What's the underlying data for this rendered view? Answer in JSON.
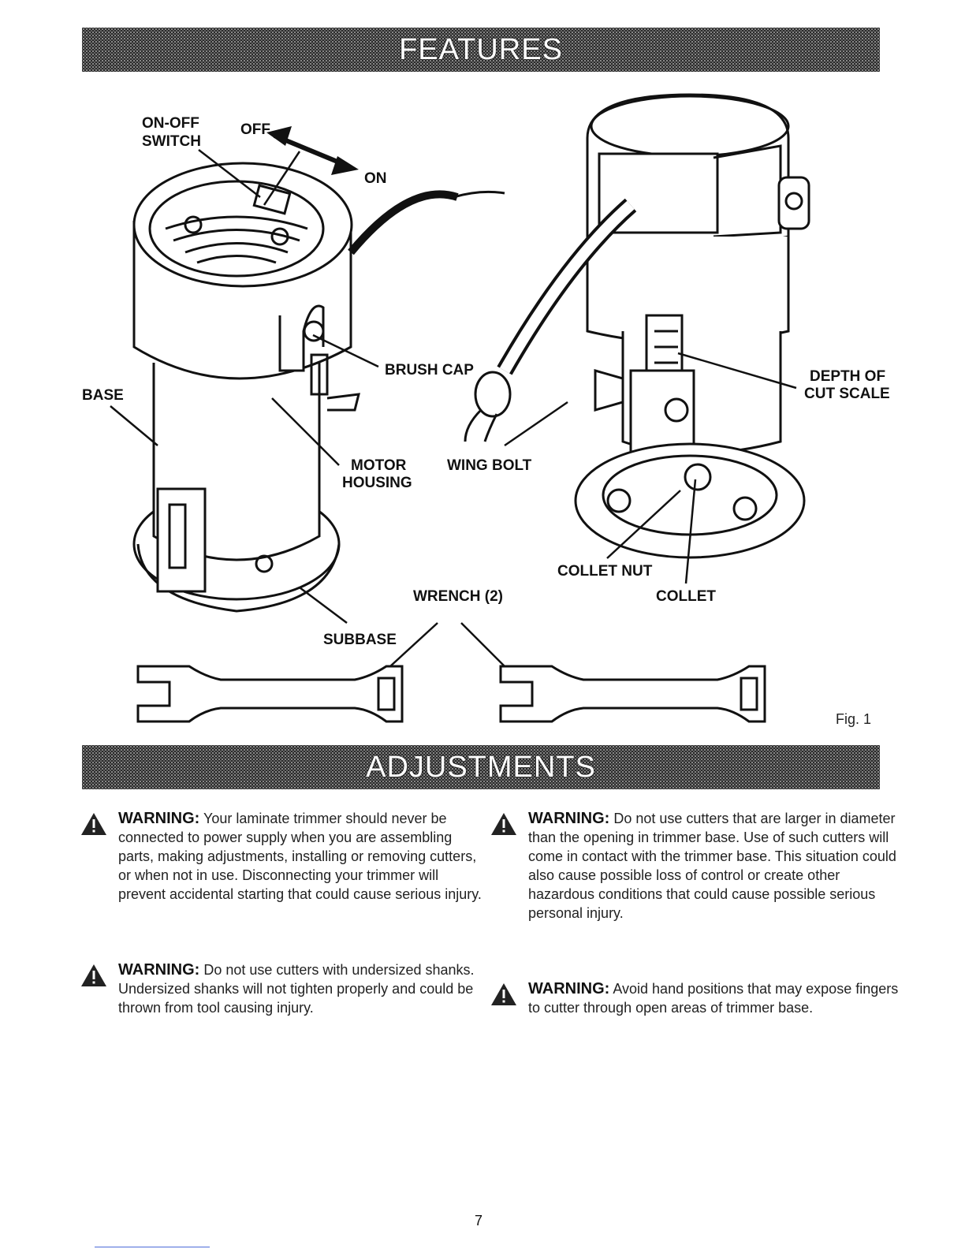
{
  "features": {
    "title": "FEATURES"
  },
  "adjustments": {
    "title": "ADJUSTMENTS"
  },
  "figure": {
    "labels": {
      "on_off_switch_1": "ON-OFF",
      "on_off_switch_2": "SWITCH",
      "off": "OFF",
      "on": "ON",
      "brush_cap": "BRUSH CAP",
      "base": "BASE",
      "motor_housing_1": "MOTOR",
      "motor_housing_2": "HOUSING",
      "wing_bolt": "WING BOLT",
      "depth_of_cut_1": "DEPTH OF",
      "depth_of_cut_2": "CUT SCALE",
      "collet_nut": "COLLET NUT",
      "collet": "COLLET",
      "wrench": "WRENCH (2)",
      "subbase": "SUBBASE"
    },
    "caption": "Fig. 1"
  },
  "warnings": [
    {
      "title": "WARNING:",
      "text": "Your laminate trimmer should never be connected to power supply when you are assembling parts, making adjustments, installing or removing cutters, or when not in use. Disconnecting your trimmer will prevent accidental starting that could cause serious injury."
    },
    {
      "title": "WARNING:",
      "text": "Do not use cutters with undersized shanks. Undersized shanks will not tighten properly and could be thrown from tool causing injury."
    },
    {
      "title": "WARNING:",
      "text": "Do not use cutters that are larger in diameter than the opening in trimmer base. Use of such cutters will come in contact with the trimmer base. This situation could also cause possible loss of control or create other hazardous conditions that could cause possible serious personal injury."
    },
    {
      "title": "WARNING:",
      "text": "Avoid hand positions that may expose fingers to cutter through open areas of trimmer base."
    }
  ],
  "page_number": "7"
}
